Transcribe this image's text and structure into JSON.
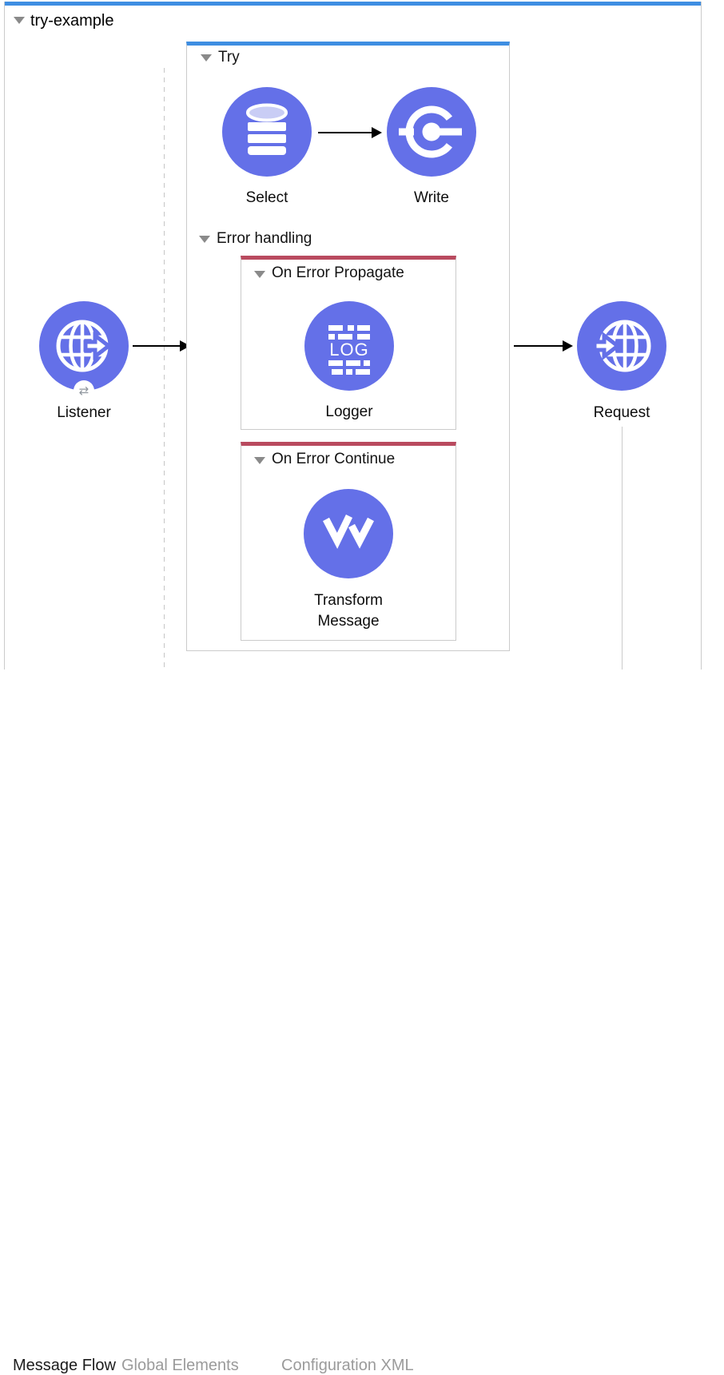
{
  "flow": {
    "title": "try-example",
    "scopes": {
      "try": {
        "label": "Try"
      },
      "error_handling": {
        "label": "Error handling"
      },
      "on_error_propagate": {
        "label": "On Error Propagate"
      },
      "on_error_continue": {
        "label": "On Error Continue"
      }
    },
    "nodes": {
      "listener": {
        "label": "Listener",
        "badge_glyph": "⇄"
      },
      "select": {
        "label": "Select"
      },
      "write": {
        "label": "Write"
      },
      "logger": {
        "label": "Logger",
        "icon_text": "LOG"
      },
      "transform": {
        "label": "Transform Message"
      },
      "request": {
        "label": "Request"
      }
    }
  },
  "tabs": [
    {
      "label": "Message Flow",
      "active": true
    },
    {
      "label": "Global Elements",
      "active": false
    },
    {
      "label": "Configuration XML",
      "active": false
    }
  ],
  "colors": {
    "node_purple": "#6470e8",
    "scope_bar_blue": "#3e8ee2",
    "error_bar_red": "#b94a5f",
    "border_gray": "#cbcbcb",
    "tab_inactive": "#9b9b9b"
  }
}
